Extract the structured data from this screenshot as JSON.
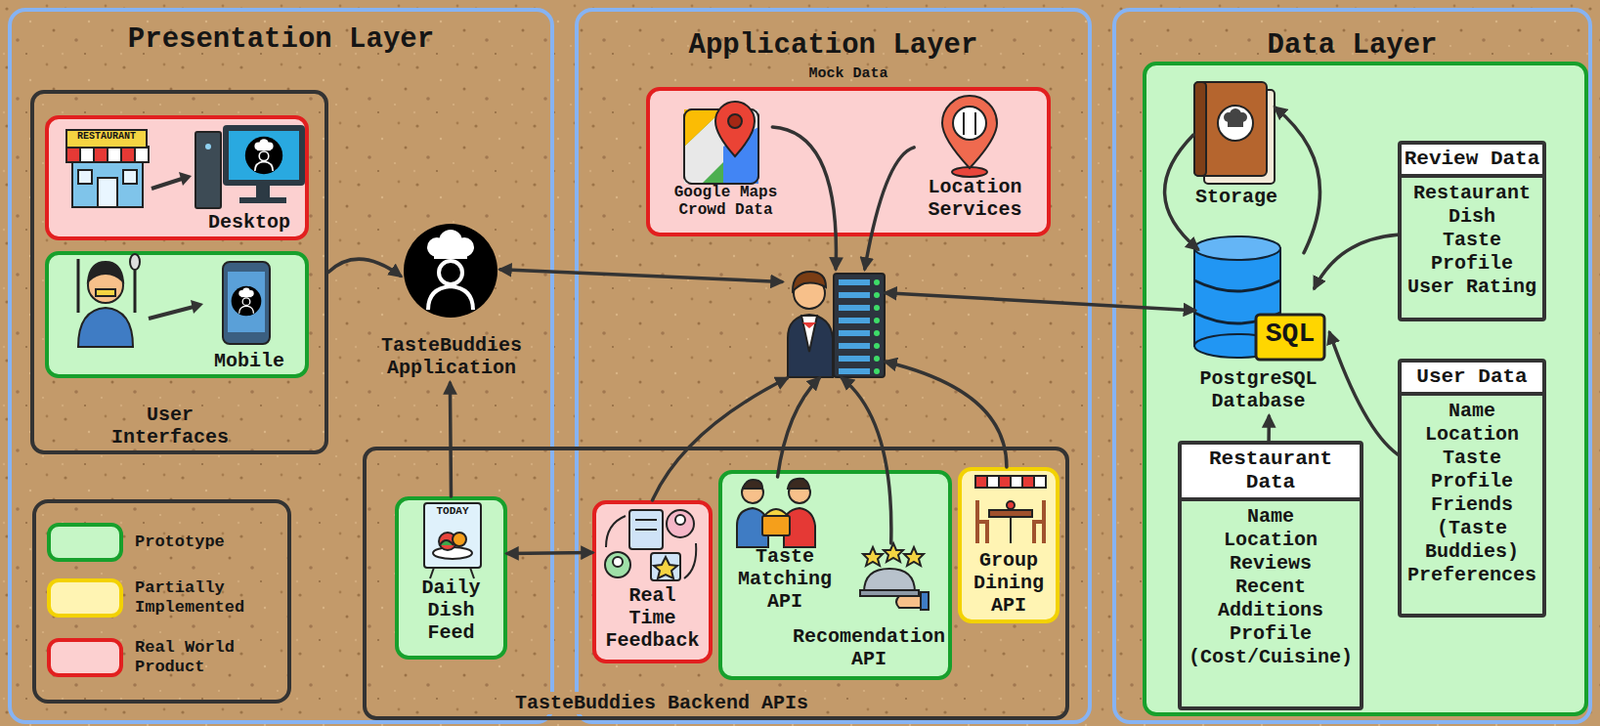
{
  "diagram": {
    "nodes": [
      {
        "text": [
          "Presentation Layer"
        ]
      },
      {
        "text": [
          "Application Layer"
        ]
      },
      {
        "text": [
          "Data Layer"
        ]
      },
      {
        "text": [
          "User Interfaces"
        ],
        "in": 0
      },
      {
        "text": [
          "Desktop"
        ],
        "in": 3
      },
      {
        "text": [
          "Mobile"
        ],
        "in": 3
      },
      {
        "text": [
          "TasteBuddies Application"
        ],
        "in": 0
      },
      {
        "text": [
          "Mock Data"
        ],
        "in": 1
      },
      {
        "text": [
          "Google Maps Crowd Data"
        ],
        "in": 7
      },
      {
        "text": [
          "Location Services"
        ],
        "in": 7
      },
      {
        "text": [],
        "in": 1
      },
      {
        "text": [
          "TasteBuddies Backend APIs"
        ]
      },
      {
        "text": [
          "Daily Dish Feed"
        ],
        "in": 11
      },
      {
        "text": [
          "Real Time Feedback"
        ],
        "in": 11
      },
      {
        "text": [
          "Taste Matching API"
        ],
        "in": 11
      },
      {
        "text": [
          "Recomendation API"
        ],
        "in": 11
      },
      {
        "text": [
          "Group Dining API"
        ],
        "in": 11
      },
      {
        "text": [
          "Storage"
        ],
        "in": 2
      },
      {
        "text": [
          "PostgreSQL Database"
        ],
        "in": 2
      },
      {
        "text": [
          "Review Data",
          "Restaurant",
          "Dish",
          "Taste Profile",
          "User Rating"
        ],
        "in": 2
      },
      {
        "text": [
          "User Data",
          "Name",
          "Location",
          "Taste Profile",
          "Friends (Taste Buddies)",
          "Preferences"
        ],
        "in": 2
      },
      {
        "text": [
          "Restaurant Data",
          "Name",
          "Location",
          "Reviews",
          "Recent Additions",
          "Profile (Cost/Cuisine)"
        ],
        "in": 2
      }
    ],
    "edges": [
      {
        "from": 3,
        "to": 6,
        "arrow": "to"
      },
      {
        "from": 6,
        "to": 10,
        "arrow": "both"
      },
      {
        "from": 8,
        "to": 10,
        "arrow": "to"
      },
      {
        "from": 9,
        "to": 10,
        "arrow": "to"
      },
      {
        "from": 10,
        "to": 18,
        "arrow": "both"
      },
      {
        "from": 12,
        "to": 6,
        "arrow": "to"
      },
      {
        "from": 12,
        "to": 13,
        "arrow": "both"
      },
      {
        "from": 13,
        "to": 10,
        "arrow": "to"
      },
      {
        "from": 14,
        "to": 10,
        "arrow": "to"
      },
      {
        "from": 15,
        "to": 10,
        "arrow": "to"
      },
      {
        "from": 16,
        "to": 10,
        "arrow": "to"
      },
      {
        "from": 17,
        "to": 18,
        "arrow": "to"
      },
      {
        "from": 18,
        "to": 17,
        "arrow": "to"
      },
      {
        "from": 19,
        "to": 18,
        "arrow": "to"
      },
      {
        "from": 20,
        "to": 18,
        "arrow": "to"
      },
      {
        "from": 21,
        "to": 18,
        "arrow": "to"
      }
    ],
    "labels": [
      "RESTAURANT",
      "TODAY",
      "SQL"
    ],
    "legend": [
      {
        "text": "Prototype",
        "color": "#c6f6c6"
      },
      {
        "text": "Partially Implemented",
        "color": "#fff4b3"
      },
      {
        "text": "Real World Product",
        "color": "#fcd0d0"
      }
    ]
  }
}
